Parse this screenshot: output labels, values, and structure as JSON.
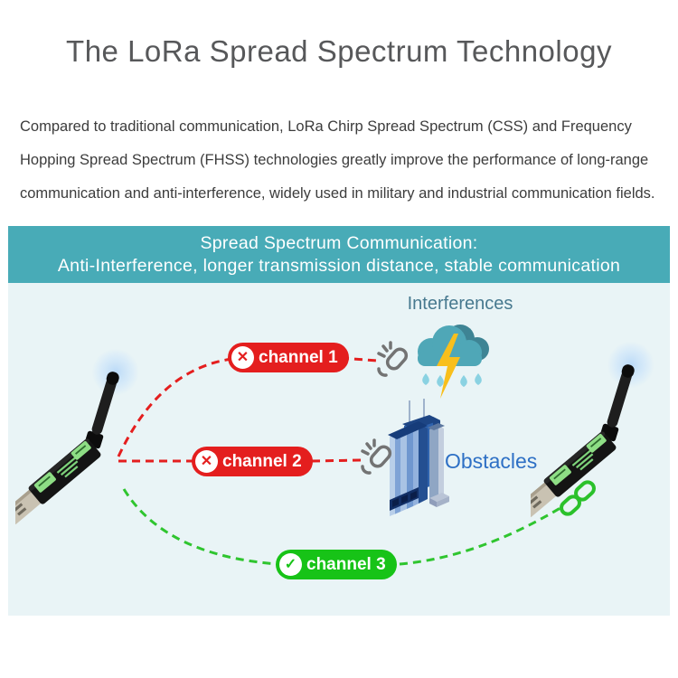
{
  "page": {
    "title": "The LoRa Spread Spectrum Technology",
    "description": "Compared to traditional communication, LoRa Chirp Spread Spectrum (CSS) and Frequency Hopping Spread Spectrum (FHSS) technologies greatly improve the performance of long-range communication and anti-interference, widely used in military and industrial communication fields."
  },
  "diagram": {
    "header": {
      "line1": "Spread Spectrum Communication:",
      "line2": "Anti-Interference, longer transmission distance, stable communication"
    },
    "labels": {
      "interferences": "Interferences",
      "obstacles": "Obstacles"
    },
    "channels": [
      {
        "label": "channel 1",
        "status": "blocked",
        "blocked_by": "Interferences",
        "icon": "cross-icon",
        "symbol": "✕",
        "color": "#e41e1e"
      },
      {
        "label": "channel 2",
        "status": "blocked",
        "blocked_by": "Obstacles",
        "icon": "cross-icon",
        "symbol": "✕",
        "color": "#e41e1e"
      },
      {
        "label": "channel 3",
        "status": "connected",
        "icon": "check-icon",
        "symbol": "✓",
        "color": "#17c317"
      }
    ],
    "devices": [
      {
        "name": "LoRa USB dongle (transmitter)",
        "side": "left"
      },
      {
        "name": "LoRa USB dongle (receiver)",
        "side": "right"
      }
    ],
    "colors": {
      "header_bg": "#48abb7",
      "canvas_bg": "#e9f4f6",
      "blocked_red": "#e41e1e",
      "ok_green": "#17c317",
      "interferences_text": "#47798f",
      "obstacles_text": "#2e70c5",
      "cloud": "#4fa7b7",
      "lightning": "#f8bf1c",
      "building_blue": "#2e62ad"
    }
  }
}
